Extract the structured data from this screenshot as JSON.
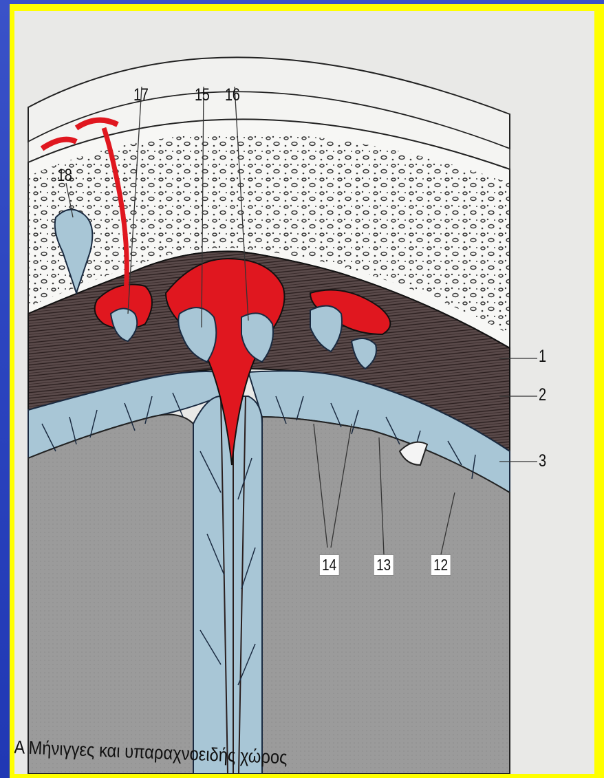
{
  "labels": {
    "l1": "1",
    "l2": "2",
    "l3": "3",
    "l12": "12",
    "l13": "13",
    "l14": "14",
    "l15": "15",
    "l16": "16",
    "l17": "17",
    "l18": "18"
  },
  "caption": "Α Μήνιγγες και υπαραχνοειδής χώρος",
  "colors": {
    "frame": "#ffff00",
    "background": "#2c45c0",
    "blood": "#e0171f",
    "csf": "#a8c6d6",
    "dura": "#4a3a3a",
    "brain": "#9d9d9d"
  }
}
